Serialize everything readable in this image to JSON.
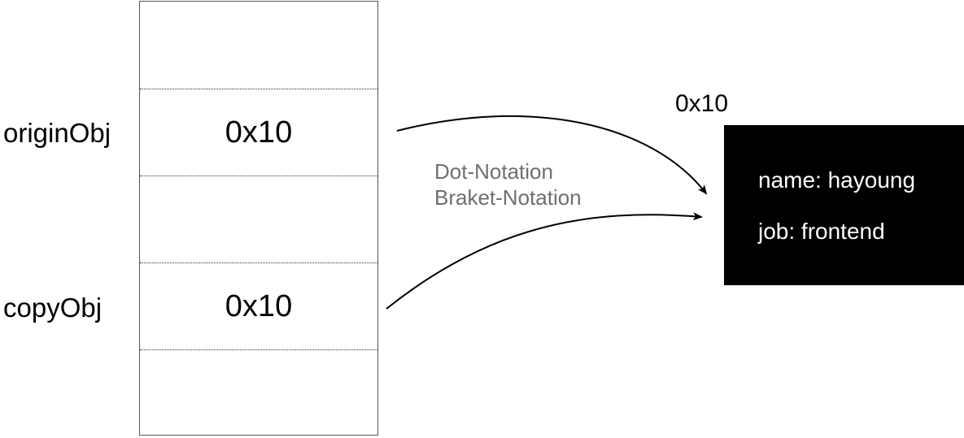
{
  "variables": [
    {
      "label": "originObj",
      "value": "0x10"
    },
    {
      "label": "copyObj",
      "value": "0x10"
    }
  ],
  "memory_cells": [
    "",
    "0x10",
    "",
    "0x10",
    ""
  ],
  "access_notation": {
    "dot": "Dot-Notation",
    "bracket": "Braket-Notation"
  },
  "heap_object": {
    "address": "0x10",
    "properties": [
      "name: hayoung",
      "job: frontend"
    ]
  },
  "colors": {
    "heap_background": "#000000",
    "heap_text": "#ffffff",
    "notation_text": "#6f6f6f",
    "arrow": "#000000"
  }
}
